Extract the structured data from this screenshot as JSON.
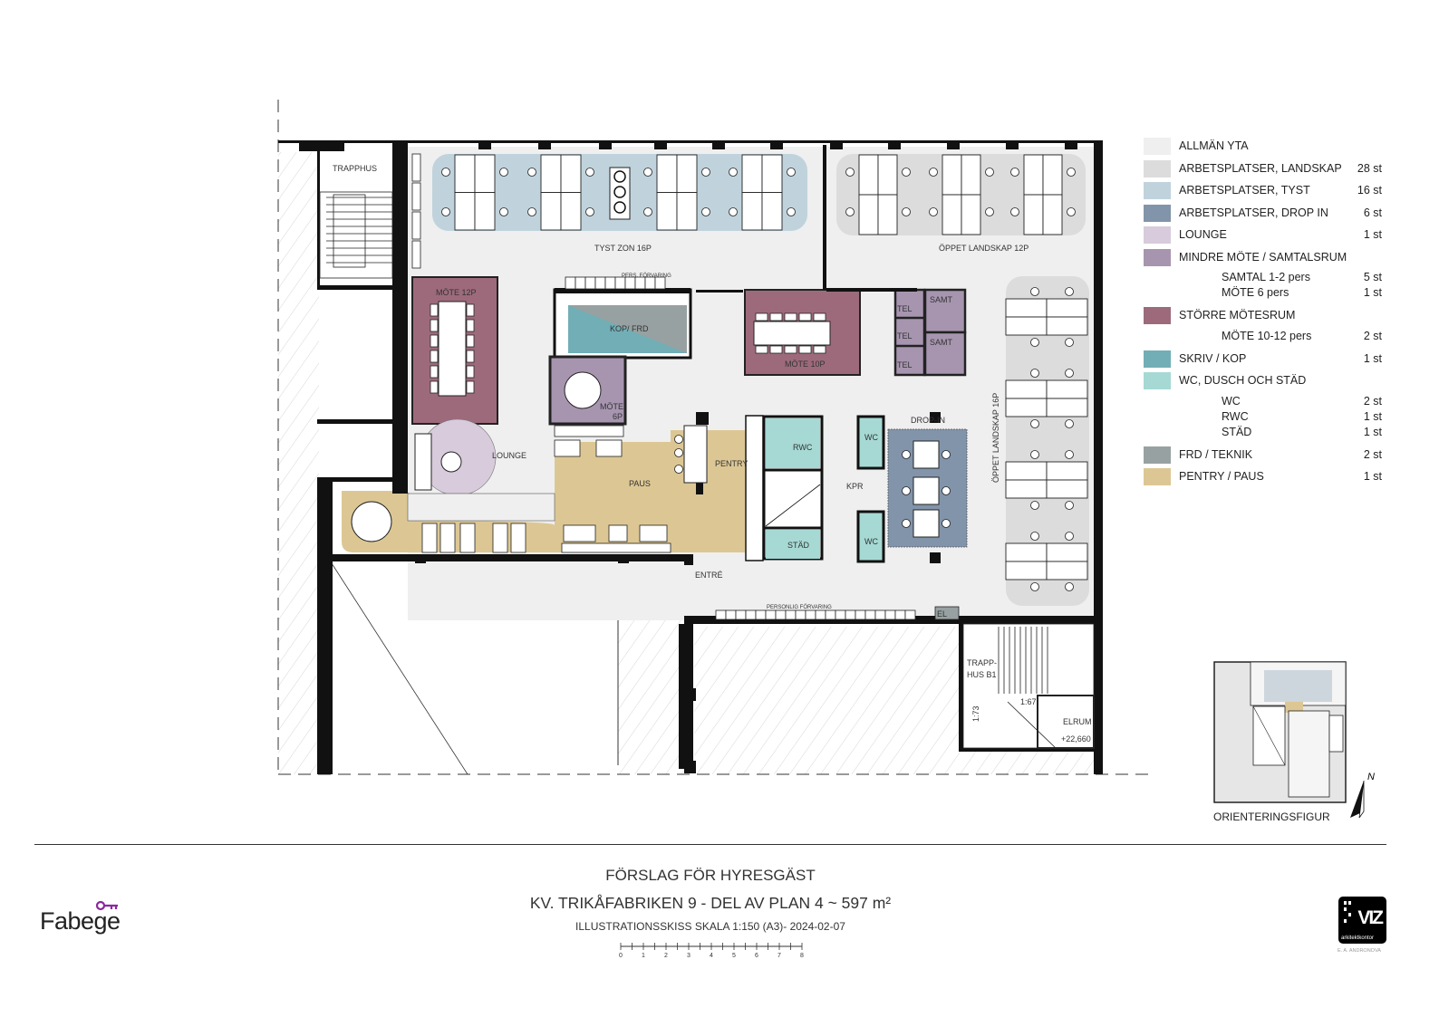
{
  "rooms": {
    "trapphus": "TRAPPHUS",
    "tyst_zon": "TYST ZON 16P",
    "oppet_landskap_12p": "ÖPPET LANDSKAP 12P",
    "pers_forvaring": "PERS. FÖRVARING",
    "mote_12p": "MÖTE 12P",
    "kop_frd": "KOP/ FRD",
    "mote_10p": "MÖTE 10P",
    "mote_6p_a": "MÖTE",
    "mote_6p_b": "6P",
    "tel_1": "TEL",
    "tel_2": "TEL",
    "tel_3": "TEL",
    "samt_1": "SAMT",
    "samt_2": "SAMT",
    "lounge": "LOUNGE",
    "paus": "PAUS",
    "pentry": "PENTRY",
    "rwc": "RWC",
    "stad": "STÄD",
    "wc_1": "WC",
    "wc_2": "WC",
    "kpr": "KPR",
    "drop_in": "DROP-IN",
    "oppet_landskap_16p": "ÖPPET LANDSKAP 16P",
    "entre": "ENTRÉ",
    "personlig_forvaring": "PERSONLIG FÖRVARING",
    "el": "EL",
    "trapphus_b1_a": "TRAPP-",
    "trapphus_b1_b": "HUS B1",
    "stair_167": "1:67",
    "stair_173": "1:73",
    "elrum": "ELRUM",
    "elrum_level": "+22,660"
  },
  "legend": [
    {
      "label": "ALLMÄN YTA",
      "count": "",
      "color": "#efefef"
    },
    {
      "label": "ARBETSPLATSER, LANDSKAP",
      "count": "28 st",
      "color": "#dcdcdc"
    },
    {
      "label": "ARBETSPLATSER, TYST",
      "count": "16 st",
      "color": "#c0d3dc"
    },
    {
      "label": "ARBETSPLATSER, DROP IN",
      "count": "6 st",
      "color": "#8294aa"
    },
    {
      "label": "LOUNGE",
      "count": "1 st",
      "color": "#d8cbdb"
    },
    {
      "label": "MINDRE MÖTE / SAMTALSRUM",
      "count": "",
      "color": "#a795b0",
      "sub": [
        {
          "label": "SAMTAL 1-2 pers",
          "count": "5 st"
        },
        {
          "label": "MÖTE 6 pers",
          "count": "1 st"
        }
      ]
    },
    {
      "label": "STÖRRE MÖTESRUM",
      "count": "",
      "color": "#9d6a7c",
      "sub": [
        {
          "label": "MÖTE 10-12 pers",
          "count": "2 st"
        }
      ]
    },
    {
      "label": "SKRIV / KOP",
      "count": "1 st",
      "color": "#72aeb5"
    },
    {
      "label": "WC, DUSCH OCH STÄD",
      "count": "",
      "color": "#a6d9d4",
      "sub": [
        {
          "label": "WC",
          "count": "2 st"
        },
        {
          "label": "RWC",
          "count": "1 st"
        },
        {
          "label": "STÄD",
          "count": "1 st"
        }
      ]
    },
    {
      "label": "FRD / TEKNIK",
      "count": "2 st",
      "color": "#98a1a1"
    },
    {
      "label": "PENTRY / PAUS",
      "count": "1 st",
      "color": "#dcc794"
    }
  ],
  "orientation": {
    "label": "ORIENTERINGSFIGUR",
    "north": "N"
  },
  "title_block": {
    "line1": "FÖRSLAG FÖR HYRESGÄST",
    "line2": "KV. TRIKÅFABRIKEN 9 - DEL AV PLAN 4 ~ 597 m²",
    "line3": "ILLUSTRATIONSSKISS SKALA 1:150 (A3)- 2024-02-07",
    "scale_labels": [
      "0",
      "1",
      "2",
      "3",
      "4",
      "5",
      "6",
      "7",
      "8"
    ]
  },
  "logos": {
    "client": "Fabege",
    "architect": "VIZ",
    "architect_sub": "arkitektkontor",
    "author": "E. A. ANDRONOVA"
  }
}
